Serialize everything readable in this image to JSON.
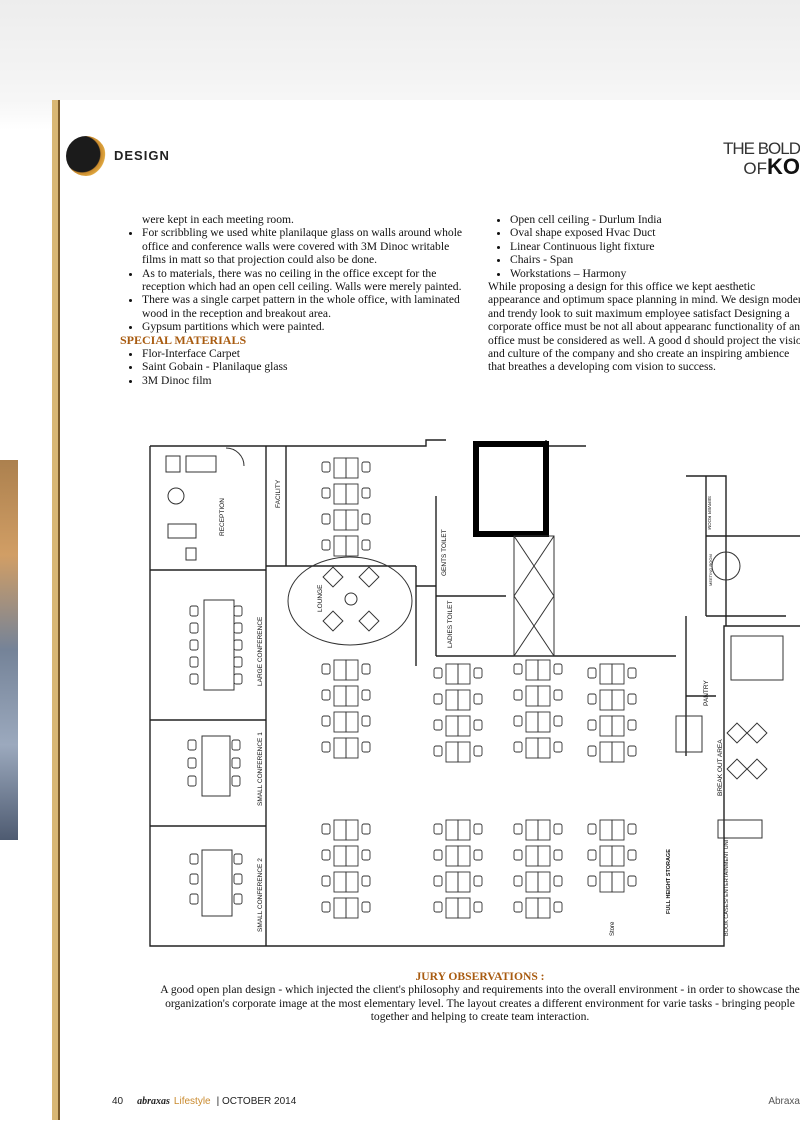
{
  "header": {
    "section": "DESIGN",
    "masthead_line1": "THE BOLD",
    "masthead_line2_prefix": "OF",
    "masthead_line2_bold": "KO"
  },
  "left_column": {
    "continuation": "were kept in each meeting room.",
    "bullets": [
      "For scribbling we used white planilaque glass on walls around whole office and conference walls were covered with 3M Dinoc writable films in matt so that projection could also be done.",
      "As to materials, there was no ceiling in the office except for the reception which had an open cell ceiling. Walls were merely painted.",
      "There was a single carpet pattern in the whole office, with laminated wood in the reception and breakout area.",
      "Gypsum partitions which were painted."
    ],
    "materials_heading": "SPECIAL MATERIALS",
    "materials": [
      "Flor-Interface Carpet",
      "Saint Gobain - Planilaque glass",
      "3M Dinoc film"
    ]
  },
  "right_column": {
    "bullets": [
      "Open cell ceiling - Durlum India",
      "Oval shape exposed Hvac Duct",
      "Linear Continuous light fixture",
      "Chairs - Span",
      "Workstations – Harmony"
    ],
    "paragraph": "While proposing a design for this office we kept aesthetic appearance and optimum space planning in mind. We design modern and trendy look to suit maximum employee satisfact Designing a corporate office must be not all about appearanc functionality of an office must be considered as well. A good d should project the vision and culture of the company and sho create an inspiring ambience that breathes a developing com vision to success."
  },
  "floor_plan": {
    "labels": {
      "reception": "RECEPTION",
      "facility": "FACILITY",
      "lounge": "LOUNGE",
      "gents_toilet": "GENTS TOILET",
      "ladies_toilet": "LADIES TOILET",
      "large_conference": "LARGE CONFERENCE",
      "small_conference_1": "SMALL CONFERENCE 1",
      "small_conference_2": "SMALL CONFERENCE 2",
      "server_room": "SERVER ROOM",
      "meeting_room": "MEETING ROOM",
      "pantry": "PANTRY",
      "break_out_area": "BREAK OUT AREA",
      "book_cases": "BOOK CASES/ ENTERTAINMENT UNIT",
      "full_height_storage": "FULL HEIGHT STORAGE",
      "store": "Store"
    }
  },
  "jury": {
    "title": "JURY OBSERVATIONS :",
    "body": "A good open plan design - which injected the client's philosophy and requirements into the overall environment - in order to showcase the organization's corporate image at the most elementary level.  The layout creates a different environment for varie tasks - bringing people together and helping to create team interaction."
  },
  "footer": {
    "page_number": "40",
    "brand_a": "abraxas",
    "brand_b": "Lifestyle",
    "issue": "| OCTOBER 2014",
    "right": "Abraxa"
  }
}
